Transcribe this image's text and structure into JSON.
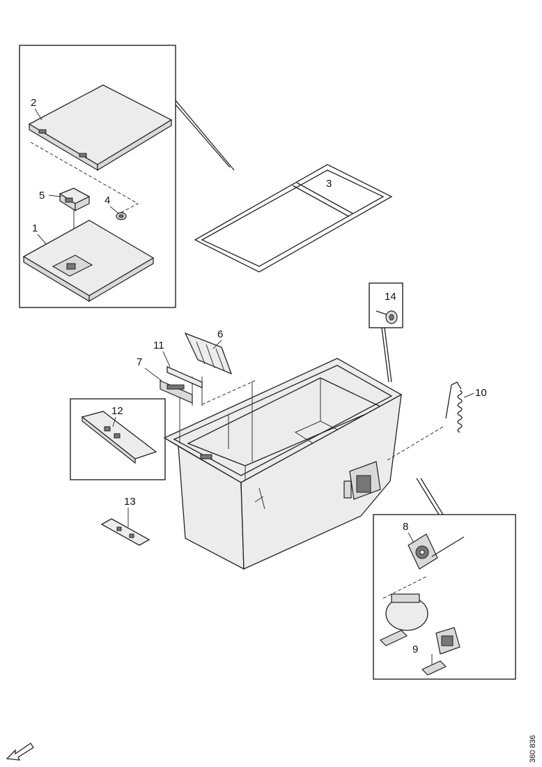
{
  "diagram": {
    "reference_code": "360 836",
    "callouts": {
      "c1": "1",
      "c2": "2",
      "c3": "3",
      "c4": "4",
      "c5": "5",
      "c6": "6",
      "c7": "7",
      "c8": "8",
      "c9": "9",
      "c10": "10",
      "c11": "11",
      "c12": "12",
      "c13": "13",
      "c14": "14"
    }
  }
}
